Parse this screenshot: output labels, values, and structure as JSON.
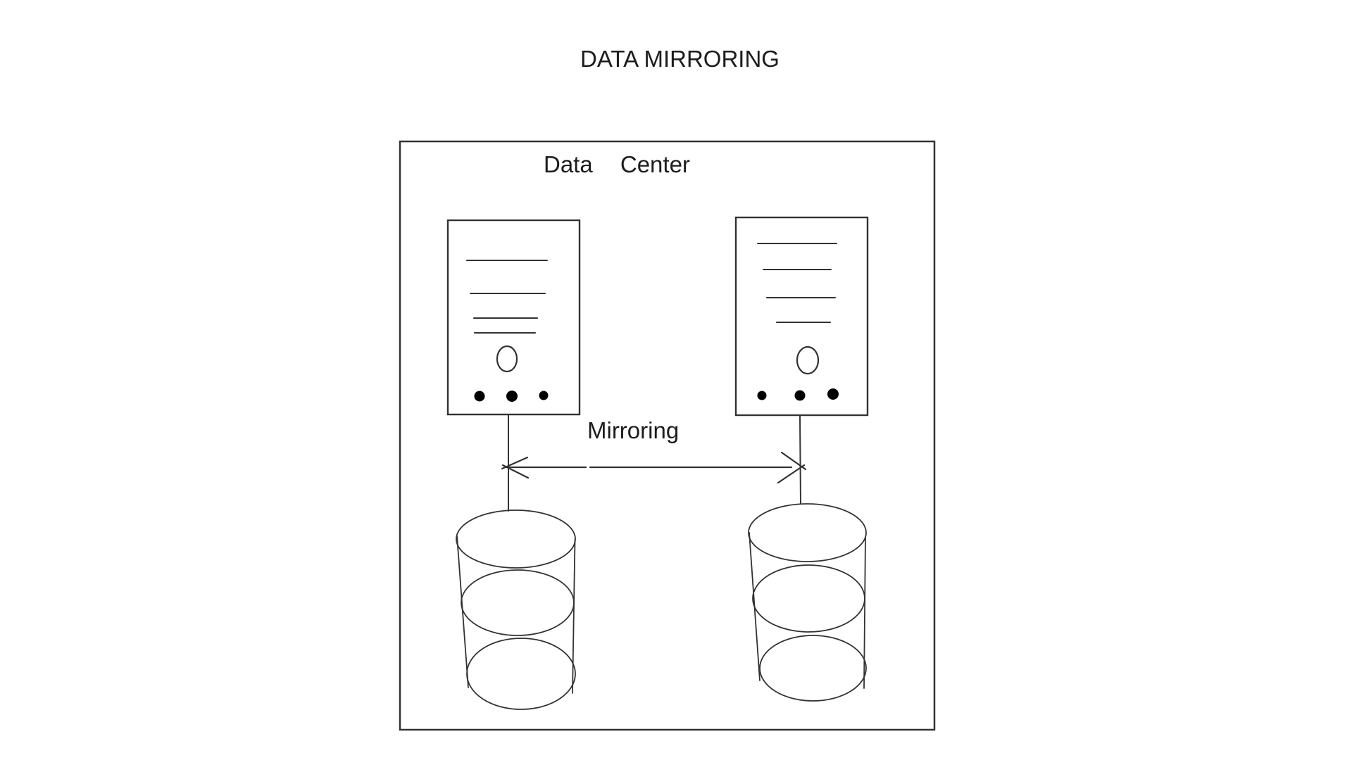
{
  "window": {
    "background": "#ffffff"
  },
  "diagram": {
    "title": "DATA MIRRORING",
    "container": {
      "label": "Data Center"
    },
    "connection": {
      "label": "Mirroring",
      "type": "double-headed-arrow"
    },
    "icons": {
      "left_node": "server-tower-icon",
      "right_node": "server-tower-icon",
      "left_storage": "database-cylinder-icon",
      "right_storage": "database-cylinder-icon"
    },
    "colors": {
      "stroke": "#323232",
      "dot": "#000000",
      "text": "#1d1d1d",
      "background": "#ffffff"
    }
  }
}
